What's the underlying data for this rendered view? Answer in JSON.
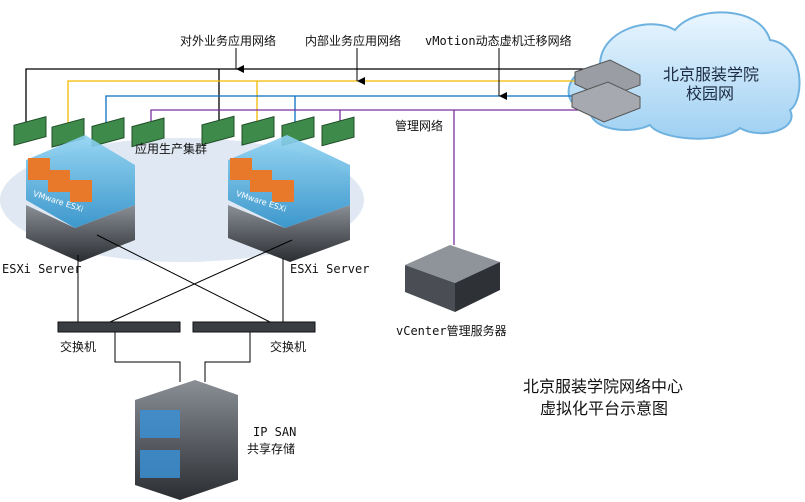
{
  "labels": {
    "external_network": "对外业务应用网络",
    "internal_network": "内部业务应用网络",
    "vmotion_network": "vMotion动态虚机迁移网络",
    "management_network": "管理网络",
    "cluster": "应用生产集群",
    "esxi_server_1": "ESXi Server",
    "esxi_server_2": "ESXi Server",
    "switch_1": "交换机",
    "switch_2": "交换机",
    "vcenter": "vCenter管理服务器",
    "storage_line1": "IP SAN",
    "storage_line2": "共享存储",
    "campus_line1": "北京服装学院",
    "campus_line2": "校园网",
    "title_line1": "北京服装学院网络中心",
    "title_line2": "虚拟化平台示意图",
    "esxi_product": "VMware ESXi"
  },
  "colors": {
    "external": "#000000",
    "internal": "#f5b800",
    "vmotion": "#0a6fc2",
    "management": "#7a2fa0",
    "cloud": "#bfe0f7",
    "cluster_ellipse": "#dfe8f3"
  }
}
